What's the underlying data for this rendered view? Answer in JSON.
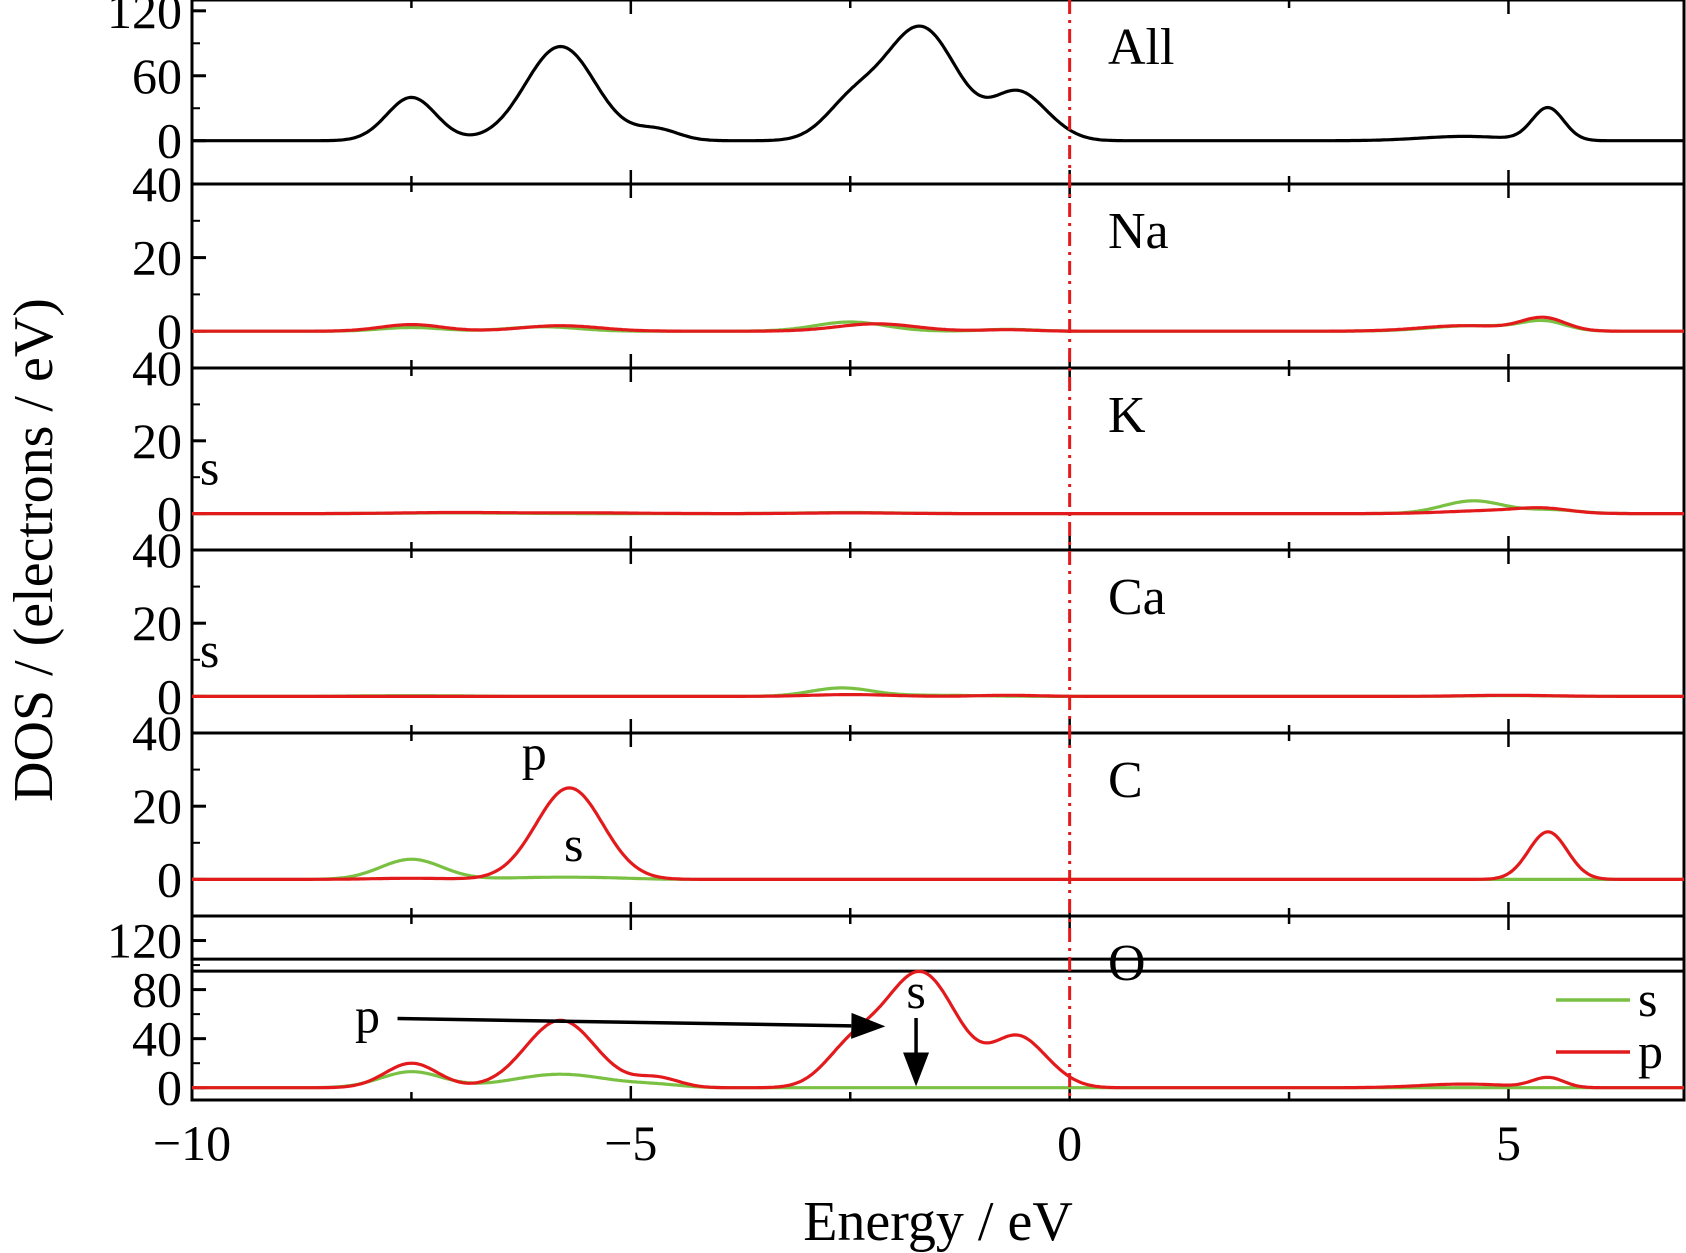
{
  "figure": {
    "xlabel": "Energy / eV",
    "ylabel": "DOS / (electrons / eV)",
    "fermi_level": 0,
    "fermi_line_color": "#e31a1c",
    "total_color": "#000000",
    "legend_position": "bottom-right"
  },
  "chart_data": {
    "type": "line",
    "xlim": [
      -10,
      7
    ],
    "xticks": [
      -10,
      -5,
      0,
      5
    ],
    "xtick_labels": [
      "−10",
      "−5",
      "0",
      "5"
    ],
    "legend": [
      {
        "name": "s",
        "color": "#7ac143"
      },
      {
        "name": "p",
        "color": "#e31a1c"
      }
    ],
    "panels": [
      {
        "label": "All",
        "ylim": [
          -40,
          130
        ],
        "yticks": [
          0,
          60,
          120
        ],
        "ytick_labels": [
          "0",
          "60",
          "120"
        ],
        "series": [
          {
            "key": "total",
            "color": "#000000",
            "peaks": [
              [
                -7.5,
                0.28,
                40
              ],
              [
                -5.8,
                0.4,
                87
              ],
              [
                -4.7,
                0.25,
                10
              ],
              [
                -2.5,
                0.3,
                30
              ],
              [
                -1.7,
                0.42,
                105
              ],
              [
                -0.6,
                0.28,
                41
              ],
              [
                -0.2,
                0.25,
                8
              ],
              [
                4.5,
                0.5,
                4
              ],
              [
                5.45,
                0.18,
                30
              ]
            ]
          }
        ]
      },
      {
        "label": "Na",
        "ylim": [
          -10,
          40
        ],
        "yticks": [
          0,
          20,
          40
        ],
        "ytick_labels": [
          "0",
          "20",
          "40"
        ],
        "series": [
          {
            "key": "s",
            "color": "#7ac143",
            "peaks": [
              [
                -7.5,
                0.35,
                1
              ],
              [
                -6.0,
                0.4,
                1.2
              ],
              [
                -2.5,
                0.4,
                2.5
              ],
              [
                -0.7,
                0.3,
                0.5
              ],
              [
                4.6,
                0.5,
                1.5
              ],
              [
                5.4,
                0.25,
                2.5
              ]
            ]
          },
          {
            "key": "p",
            "color": "#e31a1c",
            "peaks": [
              [
                -7.5,
                0.35,
                1.8
              ],
              [
                -5.8,
                0.45,
                1.5
              ],
              [
                -2.2,
                0.45,
                2
              ],
              [
                -0.7,
                0.3,
                0.4
              ],
              [
                4.5,
                0.5,
                1.5
              ],
              [
                5.4,
                0.25,
                3.5
              ]
            ]
          }
        ]
      },
      {
        "label": "K",
        "ylim": [
          -10,
          40
        ],
        "yticks": [
          0,
          20,
          40
        ],
        "ytick_labels": [
          "0",
          "20",
          "40"
        ],
        "annotations": [
          {
            "text": "s",
            "x": -9.8,
            "y": 8
          }
        ],
        "series": [
          {
            "key": "s",
            "color": "#7ac143",
            "peaks": [
              [
                -7.0,
                0.6,
                0.2
              ],
              [
                -2.5,
                0.5,
                0.3
              ],
              [
                4.6,
                0.35,
                3.5
              ],
              [
                5.5,
                0.3,
                1
              ]
            ]
          },
          {
            "key": "p",
            "color": "#e31a1c",
            "peaks": [
              [
                -7.0,
                0.6,
                0.3
              ],
              [
                -5.5,
                0.6,
                0.2
              ],
              [
                -2.5,
                0.5,
                0.2
              ],
              [
                4.8,
                0.5,
                0.8
              ],
              [
                5.4,
                0.3,
                1.2
              ]
            ]
          }
        ]
      },
      {
        "label": "Ca",
        "ylim": [
          -10,
          40
        ],
        "yticks": [
          0,
          20,
          40
        ],
        "ytick_labels": [
          "0",
          "20",
          "40"
        ],
        "annotations": [
          {
            "text": "s",
            "x": -9.8,
            "y": 8
          }
        ],
        "series": [
          {
            "key": "s",
            "color": "#7ac143",
            "peaks": [
              [
                -7.5,
                0.6,
                0.2
              ],
              [
                -2.6,
                0.35,
                2.3
              ],
              [
                -1.5,
                0.5,
                0.3
              ],
              [
                5.0,
                0.5,
                0.2
              ]
            ]
          },
          {
            "key": "p",
            "color": "#e31a1c",
            "peaks": [
              [
                -2.5,
                0.45,
                0.5
              ],
              [
                -0.7,
                0.35,
                0.3
              ],
              [
                5.0,
                0.5,
                0.3
              ]
            ]
          }
        ]
      },
      {
        "label": "C",
        "ylim": [
          -10,
          40
        ],
        "yticks": [
          0,
          20,
          40
        ],
        "ytick_labels": [
          "0",
          "20",
          "40"
        ],
        "annotations": [
          {
            "text": "p",
            "x": -6.1,
            "y": 30
          },
          {
            "text": "s",
            "x": -5.65,
            "y": 5
          }
        ],
        "series": [
          {
            "key": "s",
            "color": "#7ac143",
            "peaks": [
              [
                -7.5,
                0.35,
                5.5
              ],
              [
                -6.0,
                0.5,
                0.5
              ],
              [
                -5.3,
                0.4,
                0.3
              ]
            ]
          },
          {
            "key": "p",
            "color": "#e31a1c",
            "peaks": [
              [
                -7.5,
                0.45,
                0.3
              ],
              [
                -5.7,
                0.38,
                25
              ],
              [
                5.45,
                0.22,
                13
              ]
            ]
          }
        ]
      },
      {
        "label": "O",
        "ylim": [
          -10,
          140
        ],
        "yticks": [
          0,
          40,
          80,
          120
        ],
        "ytick_labels": [
          "0",
          "40",
          "80",
          "120"
        ],
        "axis_break": 100,
        "annotations": [
          {
            "text": "p",
            "x": -8.0,
            "y": 45,
            "arrow_to": [
              -2.1,
              50
            ]
          },
          {
            "text": "s",
            "x": -1.75,
            "y": 65,
            "arrow_to": [
              -1.75,
              1
            ]
          }
        ],
        "series": [
          {
            "key": "s",
            "color": "#7ac143",
            "peaks": [
              [
                -7.5,
                0.35,
                13
              ],
              [
                -5.8,
                0.55,
                11
              ],
              [
                -4.7,
                0.3,
                2
              ]
            ]
          },
          {
            "key": "p",
            "color": "#e31a1c",
            "peaks": [
              [
                -7.5,
                0.3,
                20
              ],
              [
                -5.8,
                0.4,
                55
              ],
              [
                -4.7,
                0.25,
                8
              ],
              [
                -2.5,
                0.3,
                28
              ],
              [
                -1.7,
                0.42,
                94
              ],
              [
                -0.6,
                0.28,
                38
              ],
              [
                -0.2,
                0.25,
                7
              ],
              [
                4.5,
                0.5,
                3
              ],
              [
                5.45,
                0.18,
                8
              ]
            ]
          }
        ]
      }
    ]
  }
}
